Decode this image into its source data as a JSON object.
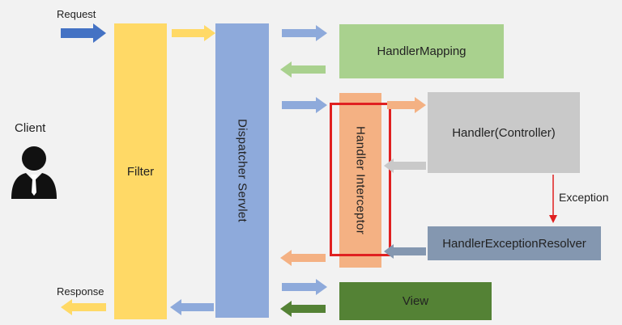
{
  "client": {
    "label": "Client"
  },
  "request_label": "Request",
  "response_label": "Response",
  "filter": {
    "label": "Filter"
  },
  "dispatcher": {
    "label": "Dispatcher Servlet"
  },
  "handler_mapping": {
    "label": "HandlerMapping"
  },
  "handler_interceptor": {
    "label": "Handler Interceptor"
  },
  "handler_controller": {
    "label": "Handler(Controller)"
  },
  "exception_resolver": {
    "label": "HandlerExceptionResolver"
  },
  "view": {
    "label": "View"
  },
  "exception_label": "Exception",
  "colors": {
    "filter": "#ffd966",
    "dispatcher": "#8eaadb",
    "handler_mapping": "#a9d18e",
    "interceptor": "#f4b183",
    "controller": "#c9c9c9",
    "resolver": "#8497b0",
    "view": "#548235",
    "highlight": "#e02020"
  }
}
